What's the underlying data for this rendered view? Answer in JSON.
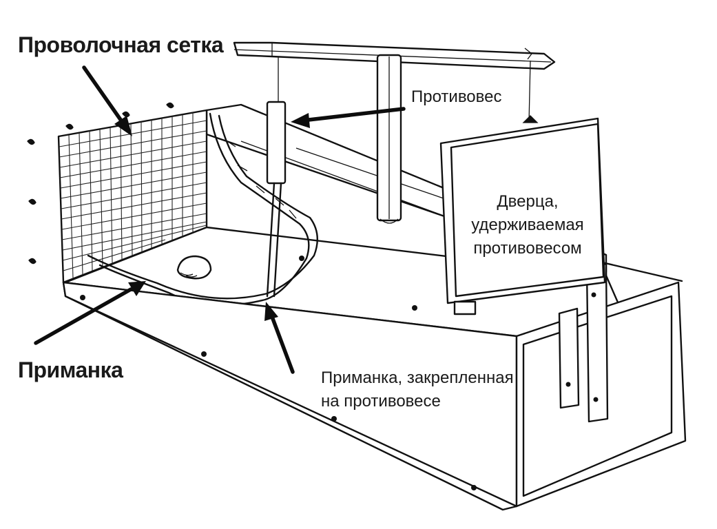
{
  "diagram": {
    "labels": {
      "wire_mesh": "Проволочная сетка",
      "counterweight": "Противовес",
      "door_line1": "Дверца,",
      "door_line2": "удерживаемая",
      "door_line3": "противовесом",
      "bait": "Приманка",
      "bait_on_cw_line1": "Приманка, закрепленная",
      "bait_on_cw_line2": "на противовесе"
    }
  }
}
